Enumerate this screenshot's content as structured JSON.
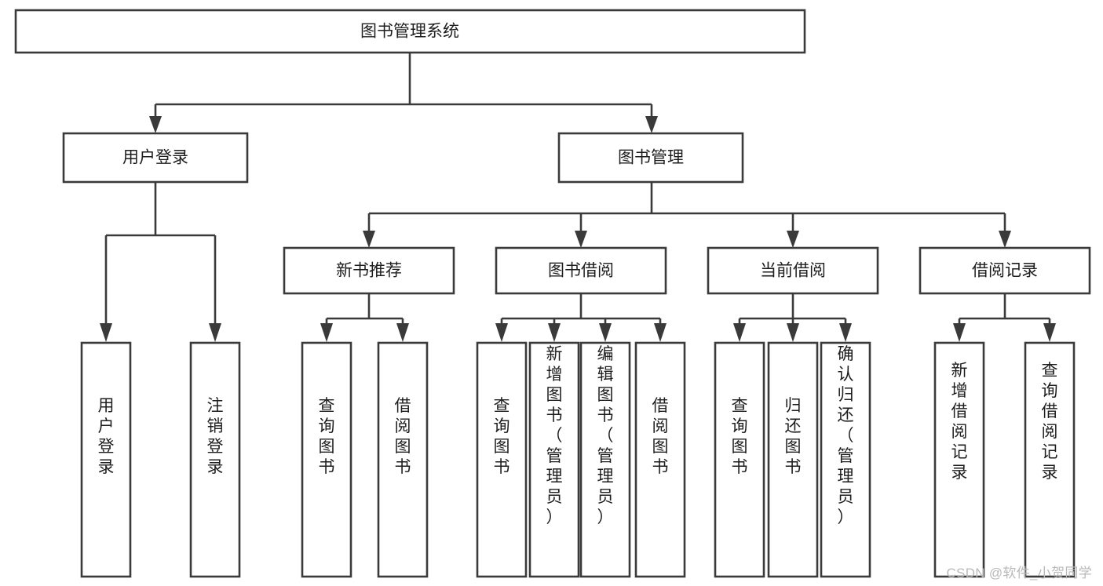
{
  "diagram": {
    "type": "tree",
    "title": "图书管理系统",
    "watermark": "CSDN @软件_小贺同学",
    "colors": {
      "box_fill": "#ffffff",
      "box_stroke": "#3a3a3a",
      "text": "#1d1d1d",
      "background": "#ffffff",
      "watermark": "#b9b9b9"
    },
    "levels": {
      "root": {
        "label": "图书管理系统"
      },
      "level2": [
        {
          "label": "用户登录"
        },
        {
          "label": "图书管理"
        }
      ],
      "level3": [
        {
          "label": "新书推荐"
        },
        {
          "label": "图书借阅"
        },
        {
          "label": "当前借阅"
        },
        {
          "label": "借阅记录"
        }
      ],
      "leaves": [
        {
          "label": "用户登录",
          "parent": "用户登录"
        },
        {
          "label": "注销登录",
          "parent": "用户登录"
        },
        {
          "label": "查询图书",
          "parent": "新书推荐"
        },
        {
          "label": "借阅图书",
          "parent": "新书推荐"
        },
        {
          "label": "查询图书",
          "parent": "图书借阅"
        },
        {
          "label": "新增图书（管理员）",
          "parent": "图书借阅"
        },
        {
          "label": "编辑图书（管理员）",
          "parent": "图书借阅"
        },
        {
          "label": "借阅图书",
          "parent": "图书借阅"
        },
        {
          "label": "查询图书",
          "parent": "当前借阅"
        },
        {
          "label": "归还图书",
          "parent": "当前借阅"
        },
        {
          "label": "确认归还（管理员）",
          "parent": "当前借阅"
        },
        {
          "label": "新增借阅记录",
          "parent": "借阅记录"
        },
        {
          "label": "查询借阅记录",
          "parent": "借阅记录"
        }
      ]
    }
  }
}
